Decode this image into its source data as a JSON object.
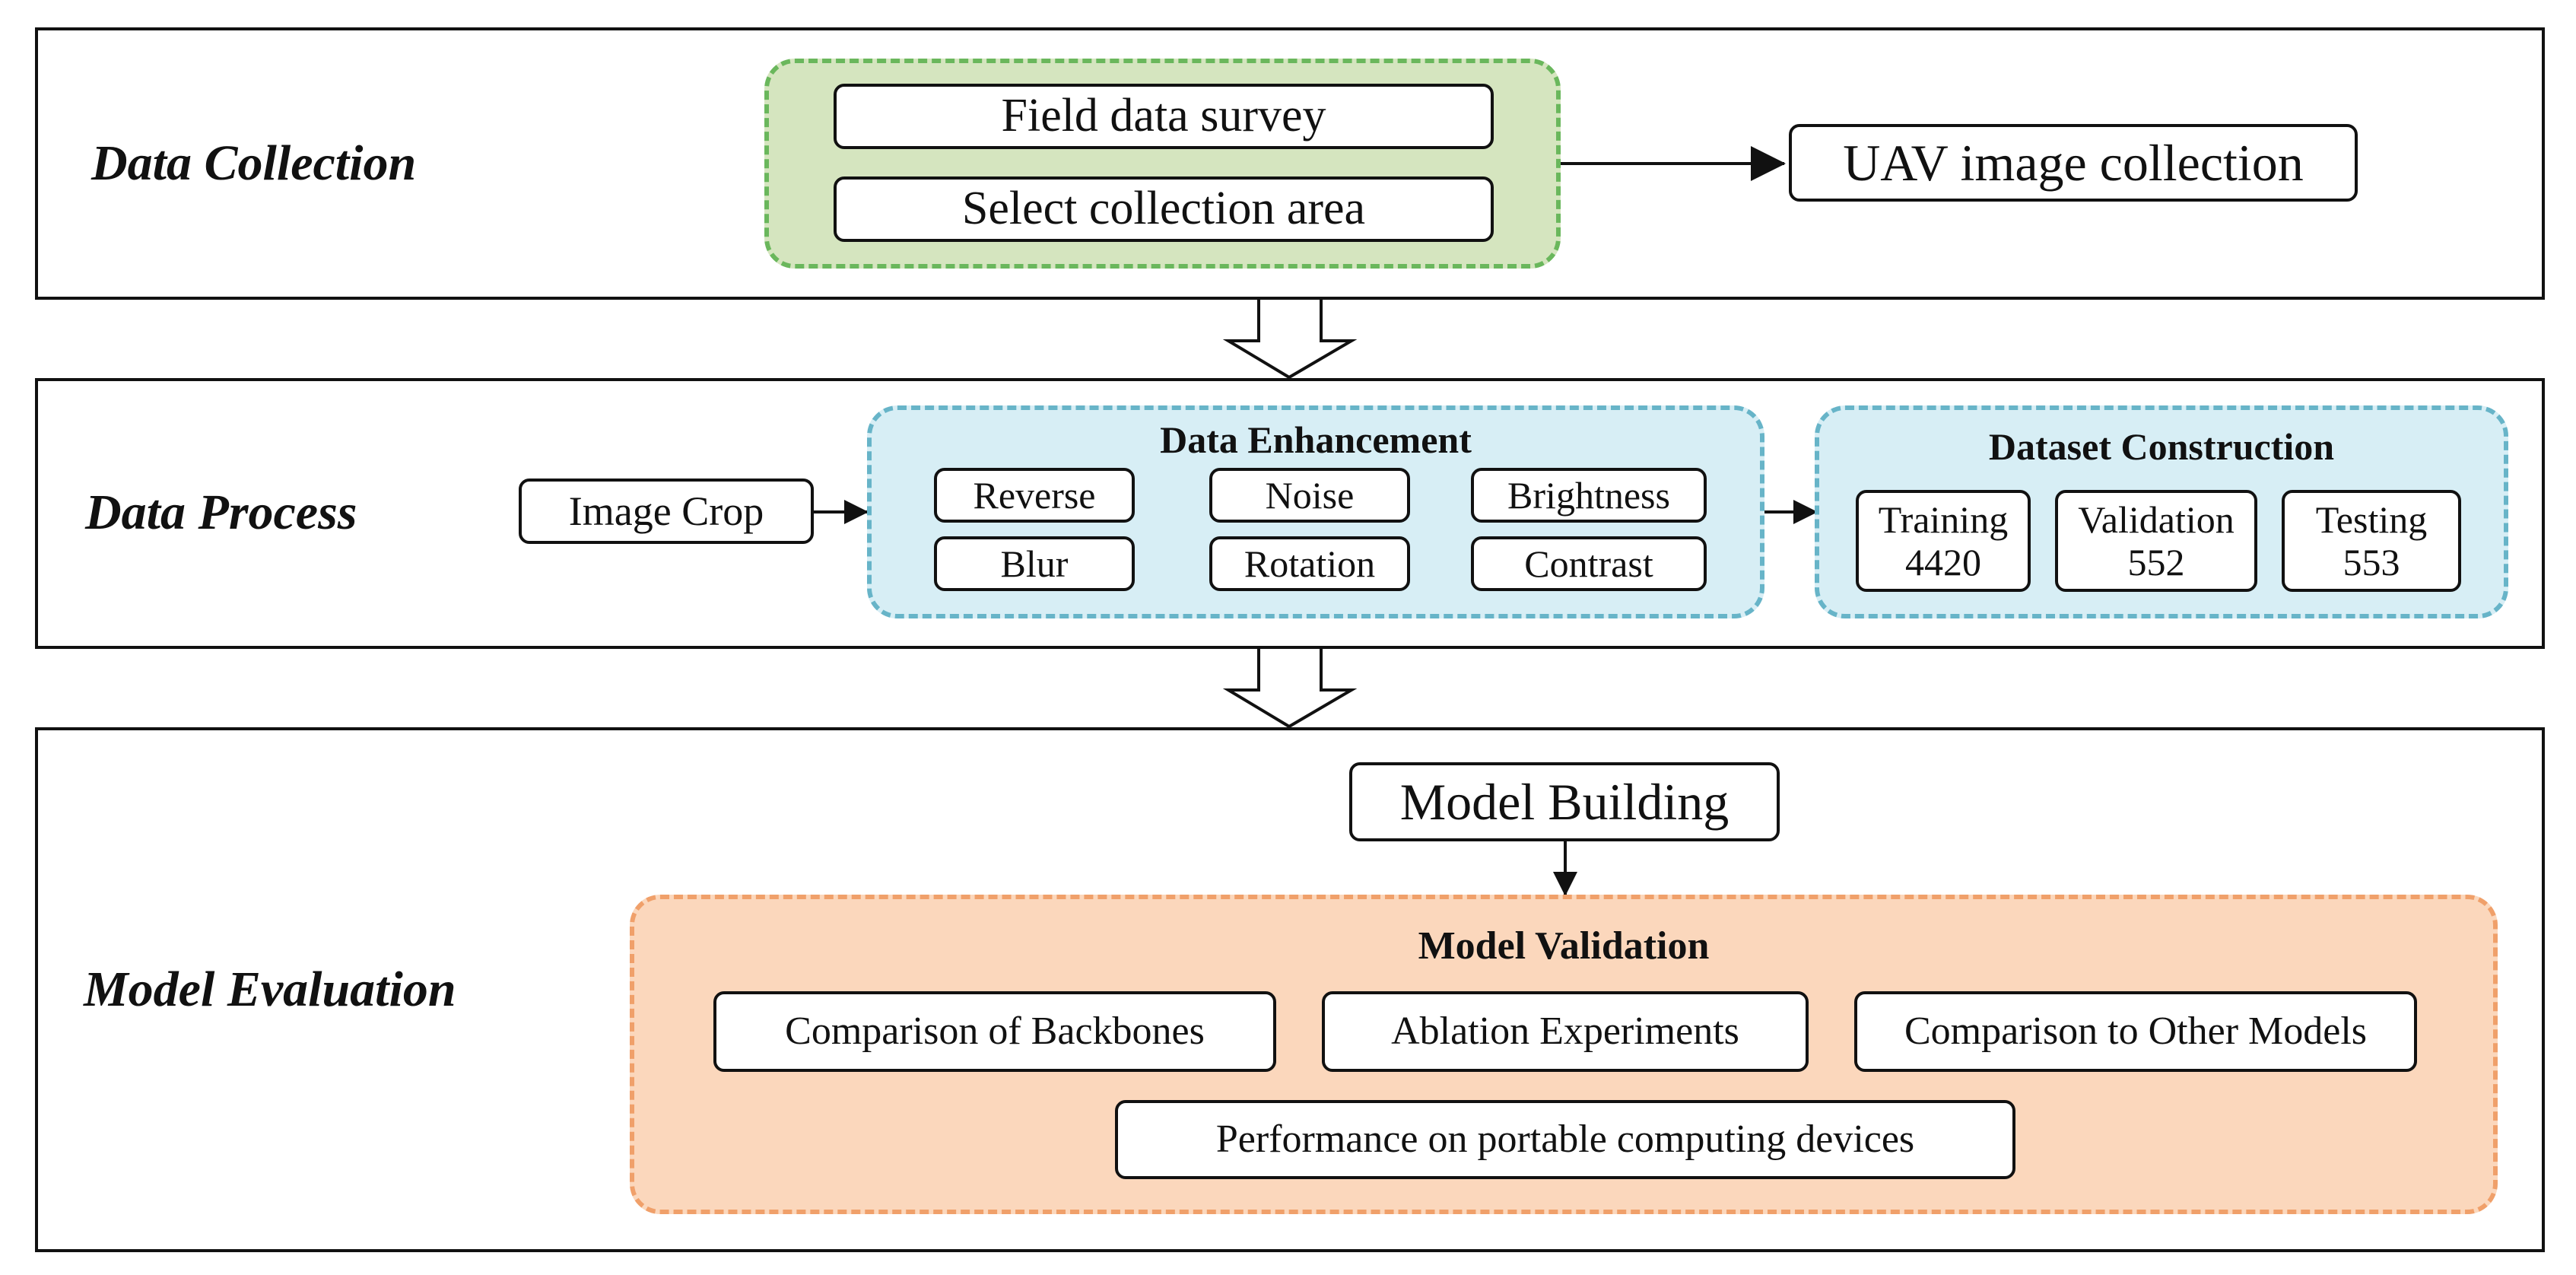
{
  "stages": {
    "collection": {
      "title": "Data Collection",
      "field_survey": "Field data survey",
      "select_area": "Select collection area",
      "uav_collection": "UAV image collection"
    },
    "process": {
      "title": "Data Process",
      "image_crop": "Image Crop",
      "enhancement": {
        "title": "Data Enhancement",
        "items": [
          "Reverse",
          "Noise",
          "Brightness",
          "Blur",
          "Rotation",
          "Contrast"
        ]
      },
      "dataset": {
        "title": "Dataset Construction",
        "splits": [
          {
            "label": "Training",
            "count": "4420"
          },
          {
            "label": "Validation",
            "count": "552"
          },
          {
            "label": "Testing",
            "count": "553"
          }
        ]
      }
    },
    "evaluation": {
      "title": "Model Evaluation",
      "model_building": "Model Building",
      "validation": {
        "title": "Model Validation",
        "items": [
          "Comparison of Backbones",
          "Ablation Experiments",
          "Comparison to Other Models",
          "Performance on portable computing devices"
        ]
      }
    }
  },
  "colors": {
    "collection_fill": "#d5e5bf",
    "collection_border": "#6ab75c",
    "process_fill": "#d7eef5",
    "process_border": "#67b4c8",
    "evaluation_fill": "#fbd7bc",
    "evaluation_border": "#f0a06a"
  }
}
